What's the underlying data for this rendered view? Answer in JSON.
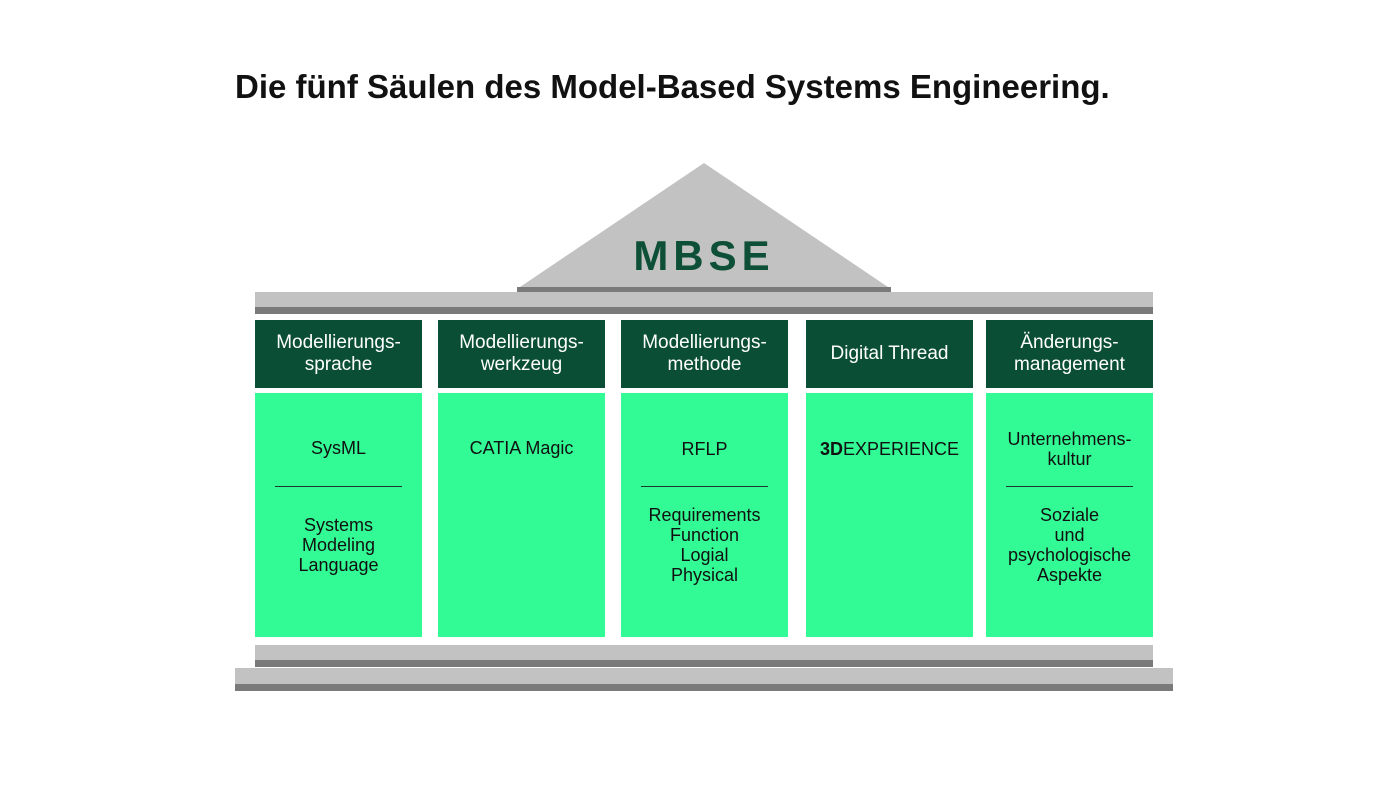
{
  "title": "Die fünf Säulen des Model-Based Systems Engineering.",
  "roof_label": "MBSE",
  "colors": {
    "dark_green": "#0b4e36",
    "bright_green": "#32fa94",
    "light_gray": "#c2c2c2",
    "dark_gray": "#7a7a7a"
  },
  "pillars": [
    {
      "heading": "Modellierungs-\nsprache",
      "main": "SysML",
      "detail": "Systems\nModeling\nLanguage"
    },
    {
      "heading": "Modellierungs-\nwerkzeug",
      "main": "CATIA Magic",
      "detail": ""
    },
    {
      "heading": "Modellierungs-\nmethode",
      "main": "RFLP",
      "detail": "Requirements\nFunction\nLogial\nPhysical"
    },
    {
      "heading": "Digital Thread",
      "main_bold": "3D",
      "main": "EXPERIENCE",
      "detail": ""
    },
    {
      "heading": "Änderungs-\nmanagement",
      "main": "Unternehmens-\nkultur",
      "detail": "Soziale\nund\npsychologische\nAspekte"
    }
  ]
}
